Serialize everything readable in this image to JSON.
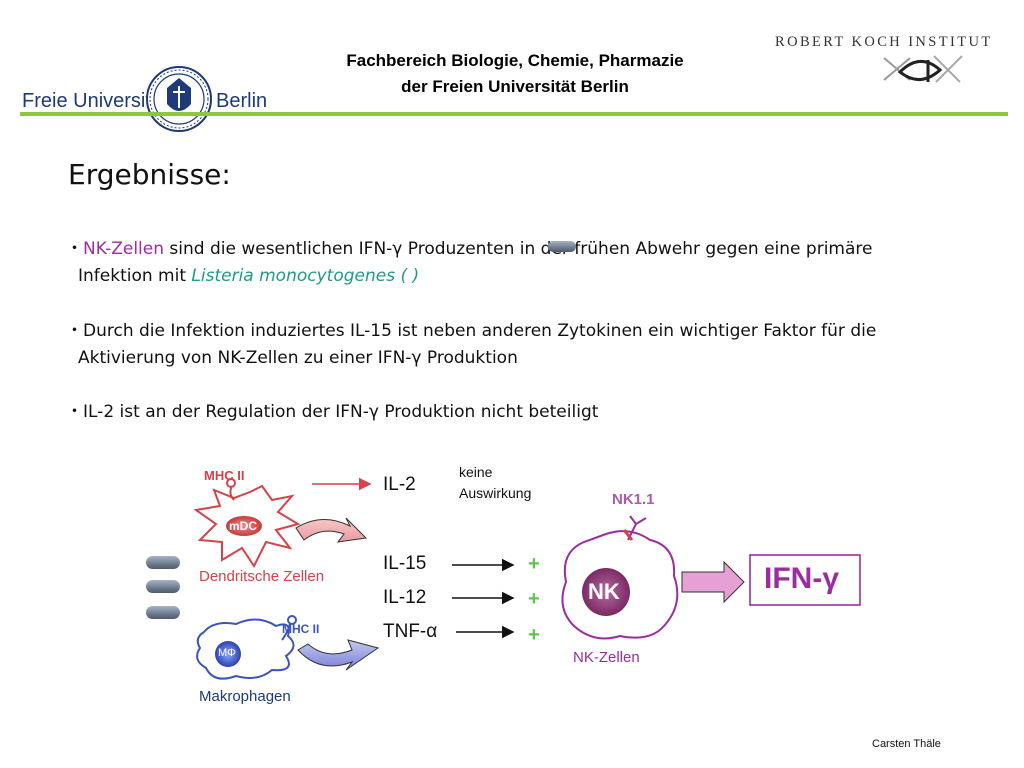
{
  "header": {
    "fu_left": "Freie Universität",
    "fu_right": "Berlin",
    "dept_line1": "Fachbereich Biologie, Chemie, Pharmazie",
    "dept_line2": "der Freien Universität Berlin",
    "rki": "ROBERT KOCH INSTITUT"
  },
  "slide": {
    "title": "Ergebnisse:",
    "b1": {
      "bullet": "・",
      "nk": "NK-Zellen",
      "rest1": " sind die wesentlichen IFN-γ Produzenten in der frühen Abwehr gegen eine primäre",
      "line2_a": "Infektion mit ",
      "species": "Listeria monocytogenes",
      "paren": " (      )"
    },
    "b2": {
      "line1": "・Durch die Infektion induziertes IL-15 ist neben anderen Zytokinen ein wichtiger Faktor für die",
      "line2": "Aktivierung von NK-Zellen zu einer IFN-γ Produktion"
    },
    "b3": {
      "line1": "・IL-2 ist an der Regulation der IFN-γ Produktion nicht beteiligt"
    }
  },
  "diagram": {
    "mhc_top": "MHC II",
    "mdc": "mDC",
    "dendritic": "Dendritsche Zellen",
    "mhc_bottom": "MHC II",
    "macrophage_cell": "MΦ",
    "macrophages": "Makrophagen",
    "il2": "IL-2",
    "no_effect_1": "keine",
    "no_effect_2": "Auswirkung",
    "il15": "IL-15",
    "il12": "IL-12",
    "tnf": "TNF-α",
    "plus1": "+",
    "plus2": "+",
    "plus3": "+",
    "nk11": "NK1.1",
    "nk": "NK",
    "nk_cells": "NK-Zellen",
    "ifn": "IFN-γ"
  },
  "footer": {
    "author": "Carsten Thäle"
  },
  "colors": {
    "accent_green": "#8dc63f",
    "purple": "#9b2d9f",
    "red_label": "#d4424a",
    "teal": "#1f9a8a"
  }
}
